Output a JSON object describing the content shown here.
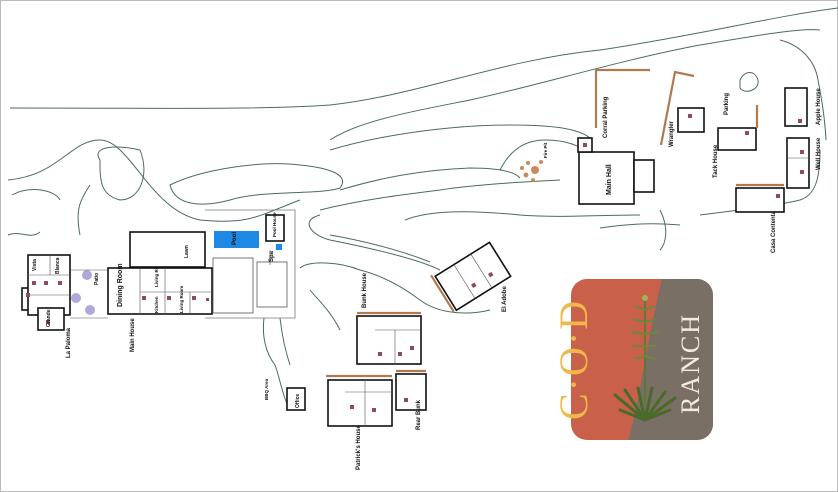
{
  "map": {
    "labels": {
      "la_paloma": "La Paloma",
      "grande": "Grande",
      "vista": "Vista",
      "blanca": "Blanca",
      "patio": "Patio",
      "dining_room": "Dining Room",
      "kitchen": "Kitchen",
      "living_room": "Living Room",
      "living_area": "Living Room",
      "main_house": "Main House",
      "lawn": "Lawn",
      "pool": "Pool",
      "pool_house": "Pool House",
      "spa": "Spa",
      "bunk_house": "Bunk House",
      "bbq_area": "BBQ Area",
      "office": "Office",
      "patricks_house": "Patrick's House",
      "rear_bunk": "Rear Bunk",
      "el_adobe": "El Adobe",
      "fire_pit": "Fire Pit",
      "corral_parking": "Corral Parking",
      "main_hall": "Main Hall",
      "wrangler": "Wrangler",
      "tack_house": "Tack House",
      "parking": "Parking",
      "apple_house": "Apple House",
      "well_house": "Well House",
      "casa_contenta": "Casa Contenta"
    },
    "colors": {
      "terrain_line": "#4a6d5a",
      "fence": "#b07a50",
      "pool": "#1e88e5",
      "room_marker": "#8a4a6a",
      "patio_circle": "#b0a8d8"
    }
  },
  "logo": {
    "letters": "C·O·D",
    "word": "RANCH",
    "colors": {
      "left": "#c8604a",
      "right": "#7a6f65",
      "letters": "#f0b84a",
      "word": "#f4ece2",
      "plant": "#5a7a3a"
    }
  }
}
